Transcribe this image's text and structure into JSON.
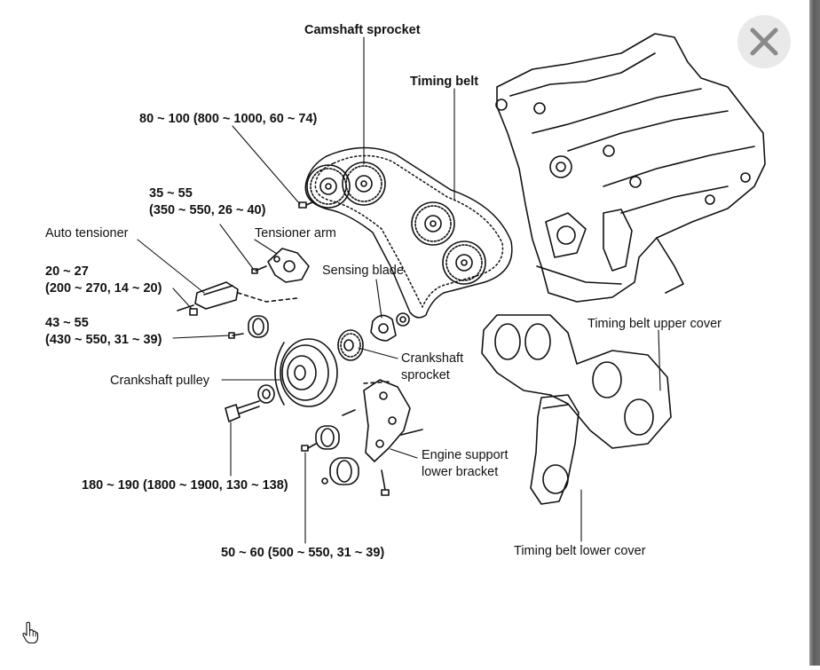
{
  "labels": {
    "camshaft_sprocket": "Camshaft sprocket",
    "timing_belt": "Timing belt",
    "torque_cam_bolt": "80 ~ 100 (800 ~ 1000, 60 ~ 74)",
    "torque_arm_1": "35 ~ 55",
    "torque_arm_2": "(350 ~ 550, 26 ~ 40)",
    "auto_tensioner": "Auto tensioner",
    "tensioner_arm": "Tensioner arm",
    "torque_tens_1": "20 ~ 27",
    "torque_tens_2": "(200 ~ 270, 14 ~ 20)",
    "sensing_blade": "Sensing blade",
    "torque_idler_1": "43 ~ 55",
    "torque_idler_2": "(430 ~ 550, 31 ~ 39)",
    "crankshaft_sprocket_1": "Crankshaft",
    "crankshaft_sprocket_2": "sprocket",
    "crankshaft_pulley": "Crankshaft pulley",
    "upper_cover": "Timing belt upper cover",
    "engine_support_1": "Engine support",
    "engine_support_2": "lower bracket",
    "torque_crank_bolt": "180 ~ 190 (1800 ~ 1900, 130 ~ 138)",
    "torque_bracket_bolt": "50 ~ 60 (500 ~ 550, 31 ~ 39)",
    "lower_cover": "Timing belt lower cover"
  },
  "icons": {
    "close": "close-icon",
    "cursor": "hand-pointer-icon"
  }
}
